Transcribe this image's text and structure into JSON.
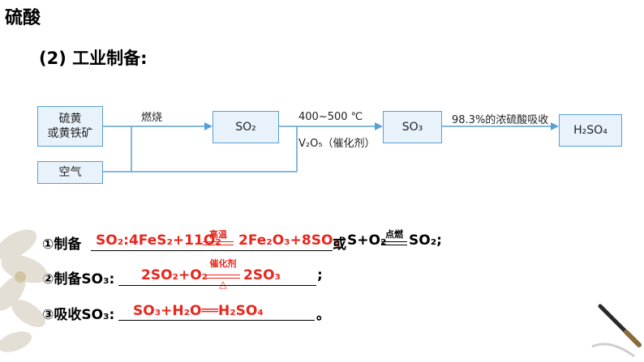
{
  "title": "硫酸",
  "section": "(2) 工业制备:",
  "flow": {
    "box_ore_1": "硫黄",
    "box_ore_2": "或黄铁矿",
    "box_air": "空气",
    "label_burn": "燃烧",
    "box_so2": "SO₂",
    "label_temp": "400~500 ℃",
    "label_cat": "V₂O₅（催化剂）",
    "box_so3": "SO₃",
    "label_absorb": "98.3%的浓硫酸吸收",
    "box_h2so4": "H₂SO₄"
  },
  "equations": {
    "eq1_prefix": "①制备",
    "eq1_answer_a": "SO₂:4FeS₂+11O₂",
    "eq1_cond": "高温",
    "eq1_answer_b": "2Fe₂O₃+8SO₂",
    "eq1_or": "或",
    "eq1_tail_a": "S+O₂",
    "eq1_tail_cond": "点燃",
    "eq1_tail_b": "SO₂;",
    "eq2_prefix": "②制备SO₃:",
    "eq2_answer_a": "2SO₂+O₂",
    "eq2_cond_top": "催化剂",
    "eq2_cond_bottom": "△",
    "eq2_answer_b": "2SO₃",
    "eq2_end": ";",
    "eq3_prefix": "③吸收SO₃:",
    "eq3_answer": "SO₃+H₂O══H₂SO₄",
    "eq3_end": "。"
  },
  "colors": {
    "answer": "#e8261c",
    "box_fill": "#e8f2fb",
    "box_border": "#5a9fd4",
    "arrow": "#5a9fd4"
  }
}
